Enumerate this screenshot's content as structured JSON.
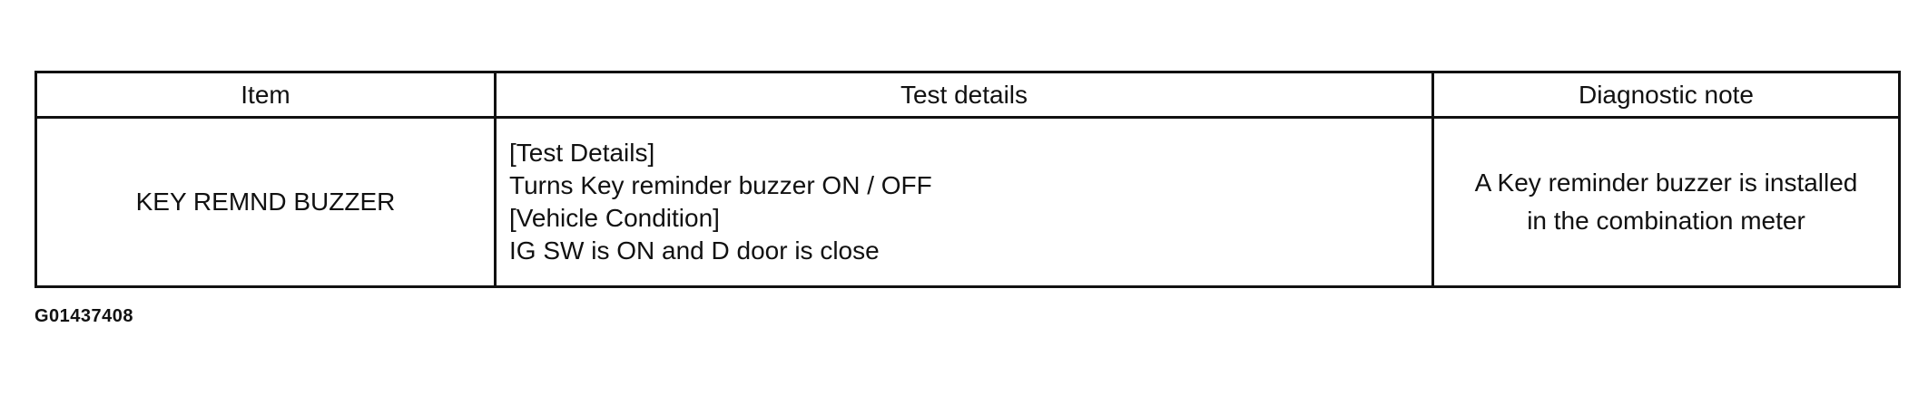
{
  "table": {
    "headers": {
      "item": "Item",
      "test_details": "Test details",
      "diagnostic_note": "Diagnostic note"
    },
    "rows": [
      {
        "item": "KEY REMND BUZZER",
        "test_details": [
          "[Test Details]",
          "Turns Key reminder buzzer ON / OFF",
          "[Vehicle Condition]",
          "IG SW is ON and D door is close"
        ],
        "diagnostic_note": [
          "A Key reminder buzzer is installed",
          "in the combination meter"
        ]
      }
    ]
  },
  "figure_id": "G01437408"
}
